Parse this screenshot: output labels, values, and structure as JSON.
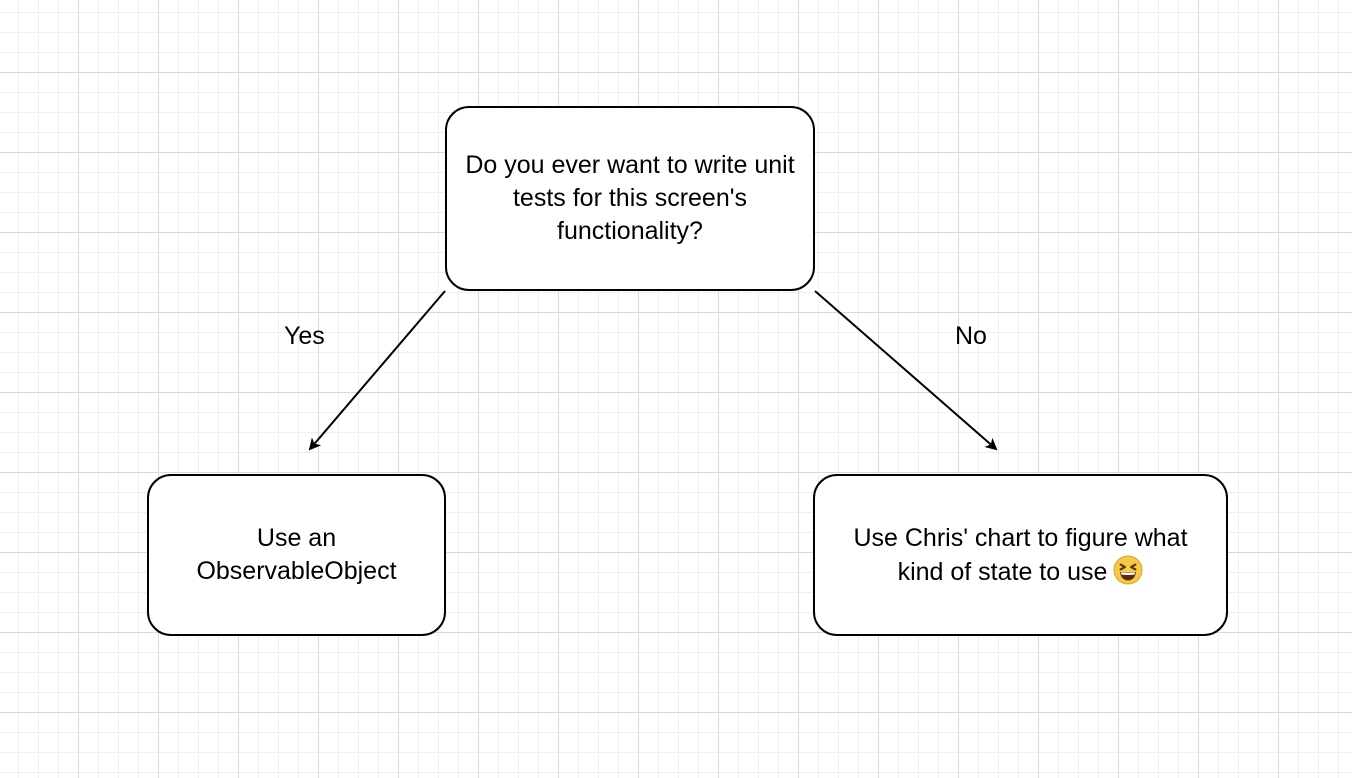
{
  "diagram": {
    "question": "Do you ever want to write unit tests for this screen's functionality?",
    "yes_label": "Yes",
    "no_label": "No",
    "yes_outcome": "Use an ObservableObject",
    "no_outcome": "Use Chris' chart to figure what kind of state to use",
    "no_outcome_emoji": "grinning-squinting-face-icon"
  },
  "colors": {
    "background": "#ffffff",
    "grid_major": "#d9d9d9",
    "grid_minor": "#eeeeee",
    "stroke": "#000000",
    "emoji_face": "#f7c948"
  }
}
